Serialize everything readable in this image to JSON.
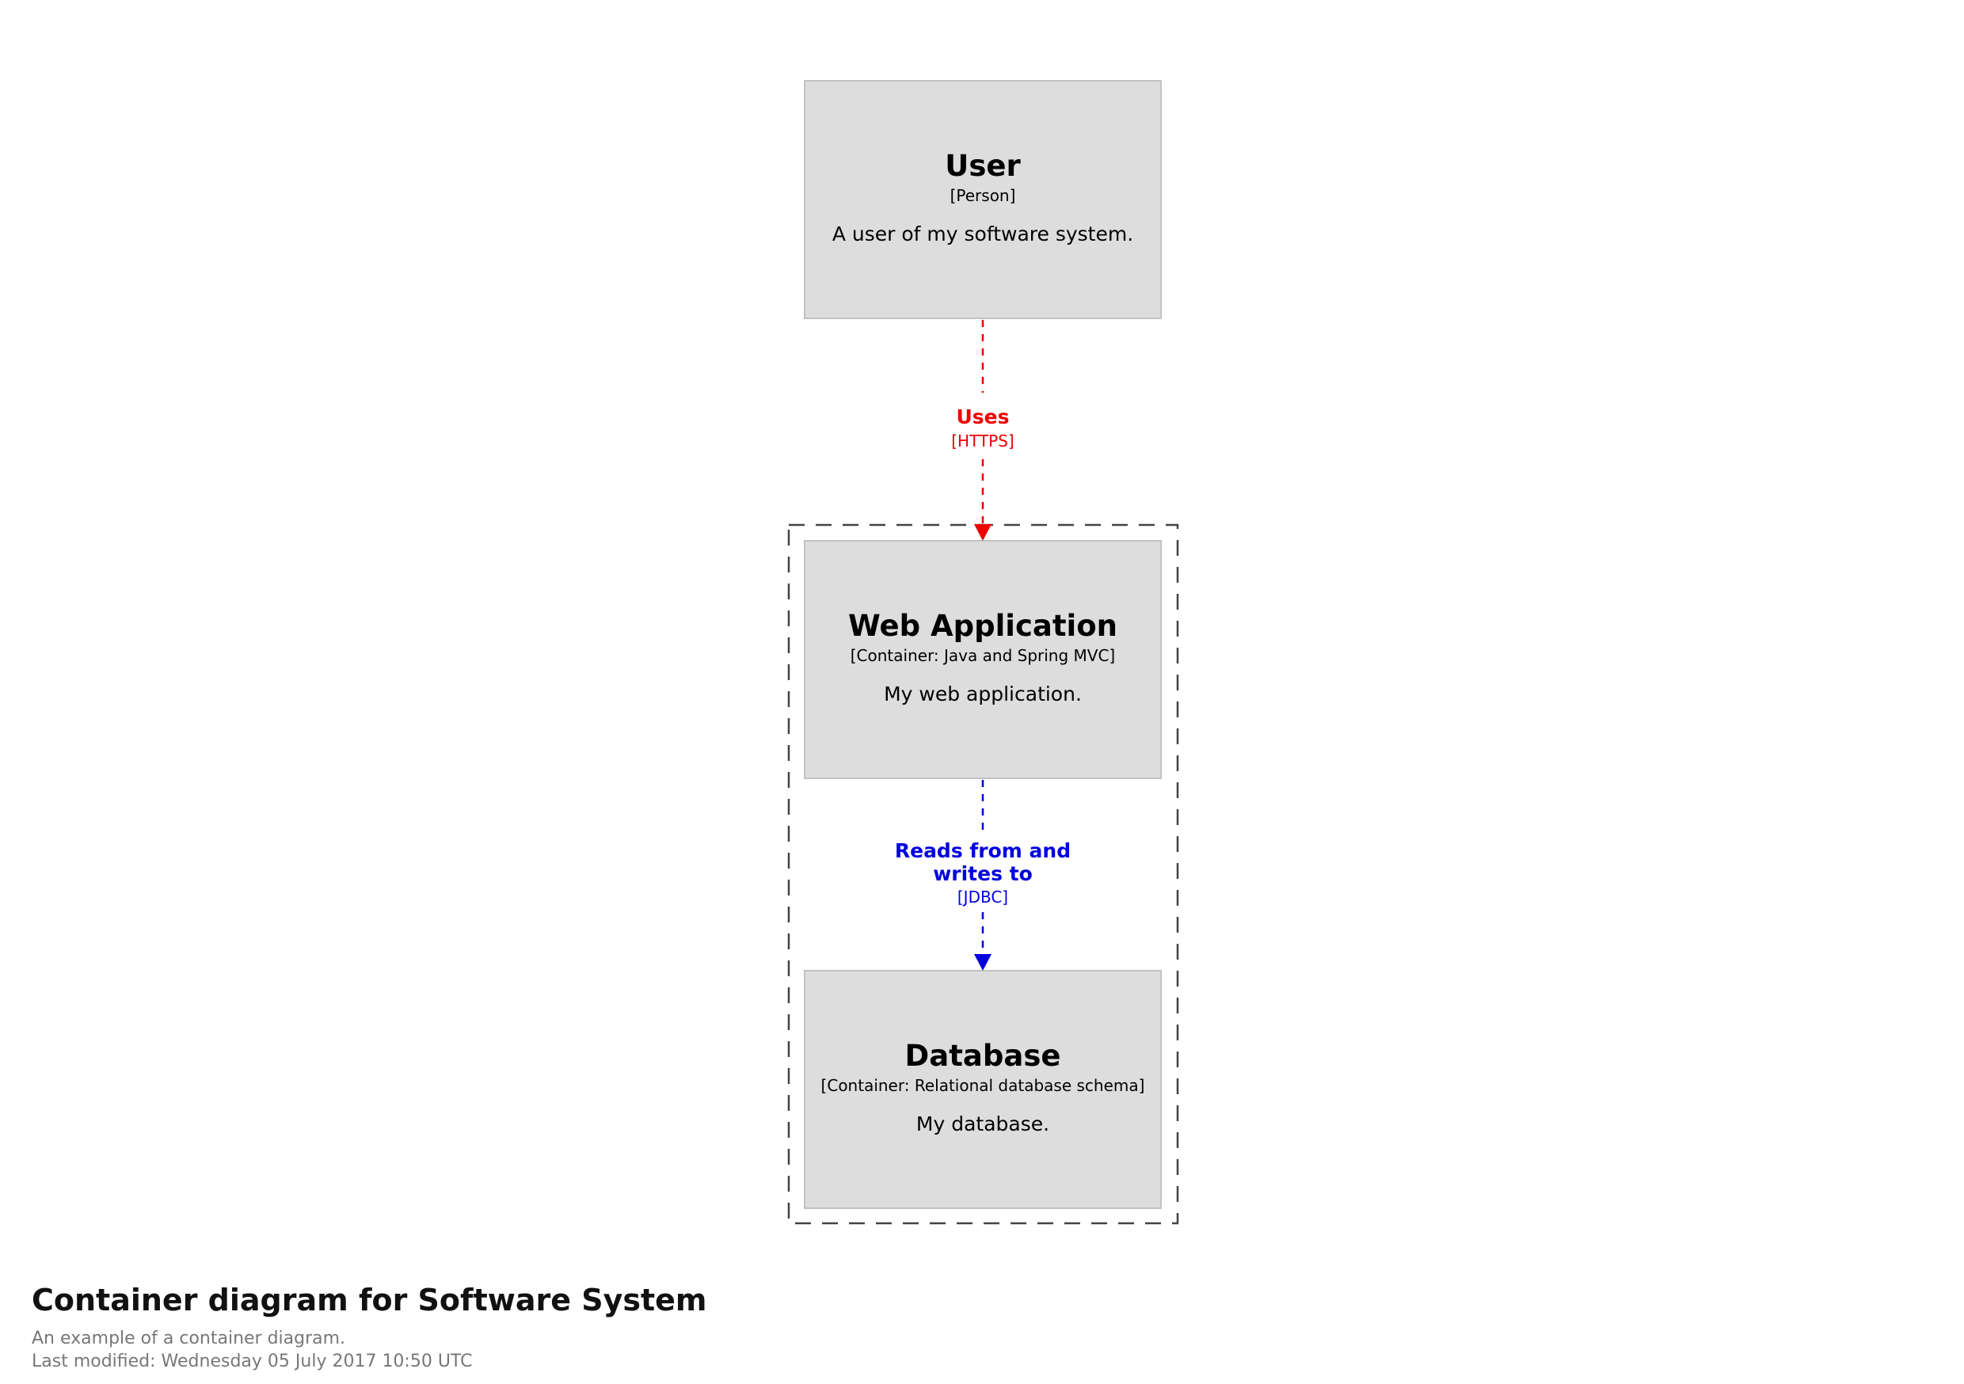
{
  "elements": {
    "user": {
      "name": "User",
      "type": "[Person]",
      "description": "A user of my software system."
    },
    "web_app": {
      "name": "Web Application",
      "type": "[Container: Java and Spring MVC]",
      "description": "My web application."
    },
    "database": {
      "name": "Database",
      "type": "[Container: Relational database schema]",
      "description": "My database."
    }
  },
  "relationships": {
    "uses": {
      "label": "Uses",
      "technology": "[HTTPS]",
      "color": "#ee0000"
    },
    "reads_writes": {
      "label_line1": "Reads from and",
      "label_line2": "writes to",
      "technology": "[JDBC]",
      "color": "#0000dd"
    }
  },
  "footer": {
    "title": "Container diagram for Software System",
    "description": "An example of a container diagram.",
    "last_modified": "Last modified: Wednesday 05 July 2017 10:50 UTC"
  }
}
